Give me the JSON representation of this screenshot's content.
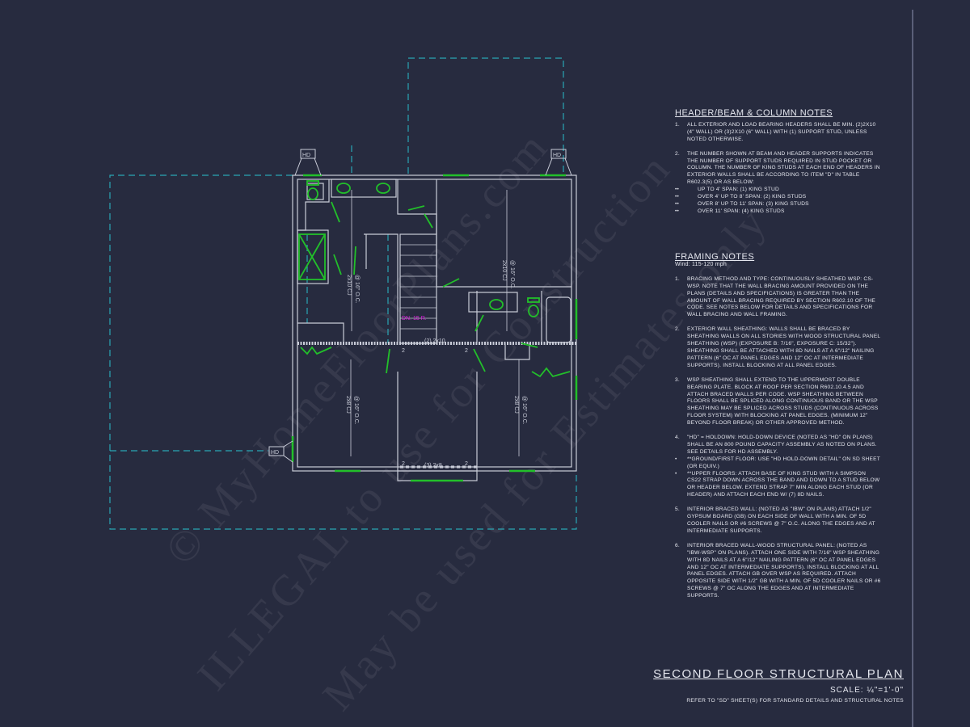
{
  "colors": {
    "background": "#272b3f",
    "wall": "#c9ccd8",
    "window": "#22c02a",
    "dashed": "#2aa6b4",
    "stair_label": "#e020e0"
  },
  "watermarks": [
    "© MyHomeFloorPlans.com",
    "ILLEGAL to use for Construction",
    "May be used for Estimates only"
  ],
  "plan": {
    "hd_label": "HD",
    "stair_label": "DN. 15 R.",
    "joists": [
      "2x10 CJ",
      "@ 16\" O.C.",
      "2x8 CJ"
    ],
    "headers": [
      "(2) 2x10",
      "(3) 2x8"
    ],
    "studs": "2"
  },
  "header_notes": {
    "title": "HEADER/BEAM & COLUMN NOTES",
    "items": [
      {
        "n": "1.",
        "text": "ALL EXTERIOR AND LOAD BEARING HEADERS SHALL BE MIN. (2)2x10 (4\" WALL) OR (3)2x10 (6\" WALL) WITH (1) SUPPORT STUD, UNLESS NOTED OTHERWISE."
      },
      {
        "n": "2.",
        "text": "THE NUMBER SHOWN AT BEAM AND HEADER SUPPORTS INDICATES THE NUMBER OF SUPPORT STUDS REQUIRED IN STUD POCKET OR COLUMN. THE NUMBER OF KING STUDS AT EACH END OF HEADERS IN EXTERIOR WALLS SHALL BE ACCORDING TO ITEM \"d\" IN TABLE R602.3(5) OR AS BELOW:"
      }
    ],
    "bullets": [
      "UP TO 4' SPAN: (1) KING STUD",
      "OVER 4' UP TO 8' SPAN: (2) KING STUDS",
      "OVER 8' UP TO 11' SPAN: (3) KING STUDS",
      "OVER 11' SPAN: (4) KING STUDS"
    ]
  },
  "framing_notes": {
    "title": "FRAMING NOTES",
    "wind": "Wind: 115-120 mph",
    "items": [
      {
        "n": "1.",
        "text": "BRACING METHOD AND TYPE: CONTINUOUSLY SHEATHED WSP: CS-WSP. NOTE THAT THE WALL BRACING AMOUNT PROVIDED ON THE PLANS (DETAILS AND SPECIFICATIONS) IS GREATER THAN THE AMOUNT OF WALL BRACING REQUIRED BY SECTION R602.10 OF THE CODE. SEE NOTES BELOW FOR DETAILS AND SPECIFICATIONS FOR WALL BRACING AND WALL FRAMING."
      },
      {
        "n": "2.",
        "text": "EXTERIOR WALL SHEATHING: WALLS SHALL BE BRACED BY SHEATHING WALLS ON ALL STORIES WITH WOOD STRUCTURAL PANEL SHEATHING (WSP) (EXPOSURE B: 7/16\", EXPOSURE C: 15/32\"). SHEATHING SHALL BE ATTACHED WITH 8d NAILS AT A 6\"/12\" NAILING PATTERN (6\" OC AT PANEL EDGES AND 12\" OC AT INTERMEDIATE SUPPORTS). INSTALL BLOCKING AT ALL PANEL EDGES."
      },
      {
        "n": "3.",
        "text": "WSP SHEATHING SHALL EXTEND TO THE UPPERMOST DOUBLE BEARING PLATE. BLOCK AT ROOF PER SECTION R602.10.4.5 AND ATTACH BRACED WALLS PER CODE. WSP SHEATHING BETWEEN FLOORS SHALL BE SPLICED ALONG CONTINUOUS BAND OR THE WSP SHEATHING MAY BE SPLICED ACROSS STUDS (CONTINUOUS ACROSS FLOOR SYSTEM) WITH BLOCKING AT PANEL EDGES. (MINIMUM 12\" BEYOND FLOOR BREAK) OR OTHER APPROVED METHOD."
      },
      {
        "n": "4.",
        "text": "\"HD\" = HOLDOWN: HOLD-DOWN DEVICE (NOTED AS \"HD\" ON PLANS) SHALL BE AN 800 POUND CAPACITY ASSEMBLY AS NOTED ON PLANS. SEE DETAILS FOR HD ASSEMBLY."
      },
      {
        "n": "•",
        "text": "**GROUND/FIRST FLOOR: USE \"HD HOLD-DOWN DETAIL\" ON SD SHEET (OR EQUIV.)"
      },
      {
        "n": "•",
        "text": "**UPPER FLOORS: ATTACH BASE OF KING STUD WITH A SIMPSON CS22 STRAP DOWN ACROSS THE BAND AND DOWN TO A STUD BELOW OR HEADER BELOW. EXTEND STRAP 7\" MIN ALONG EACH STUD (OR HEADER) AND ATTACH EACH END W/ (7) 8d NAILS."
      },
      {
        "n": "5.",
        "text": "INTERIOR BRACED WALL: (NOTED AS \"IBW\" ON PLANS) ATTACH 1/2\" GYPSUM BOARD (GB) ON EACH SIDE OF WALL WITH A MIN. OF 5d COOLER NAILS OR #6 SCREWS @ 7\" O.C. ALONG THE EDGES AND AT INTERMEDIATE SUPPORTS."
      },
      {
        "n": "6.",
        "text": "INTERIOR BRACED WALL-WOOD STRUCTURAL PANEL: (NOTED AS \"IBW-WSP\" ON PLANS). ATTACH ONE SIDE WITH 7/16\" WSP SHEATHING WITH 8d NAILS AT A 6\"/12\" NAILING PATTERN (6\" OC AT PANEL EDGES AND 12\" OC AT INTERMEDIATE SUPPORTS). INSTALL BLOCKING AT ALL PANEL EDGES. ATTACH GB OVER WSP AS REQUIRED. ATTACH OPPOSITE SIDE WITH 1/2\" GB WITH A MIN. OF 5d COOLER NAILS OR #6 SCREWS @ 7\" OC ALONG THE EDGES AND AT INTERMEDIATE SUPPORTS."
      }
    ]
  },
  "title_block": {
    "title": "SECOND FLOOR STRUCTURAL PLAN",
    "scale": "SCALE: ¼\"=1'-0\"",
    "reference": "REFER TO \"SD\" SHEET(S) FOR STANDARD DETAILS AND STRUCTURAL NOTES"
  }
}
